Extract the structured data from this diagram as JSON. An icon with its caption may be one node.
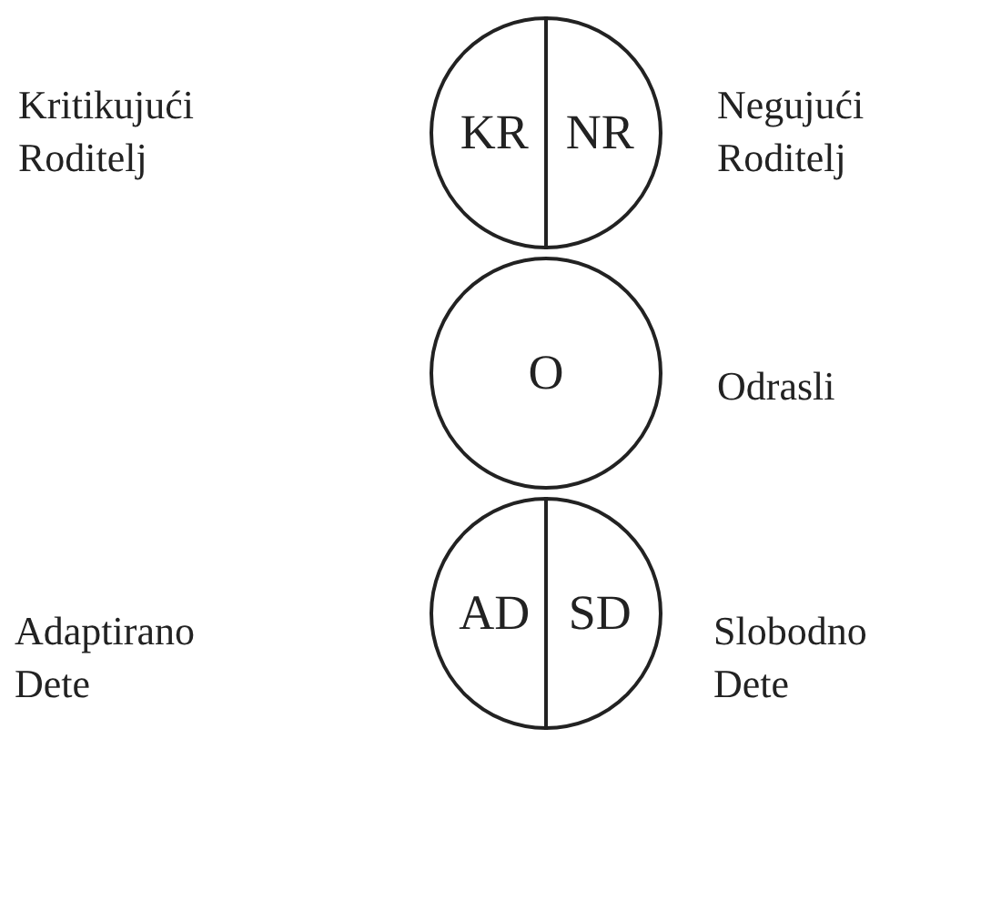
{
  "diagram": {
    "nodes": [
      {
        "text": [
          "KR"
        ]
      },
      {
        "text": [
          "NR"
        ]
      },
      {
        "text": [
          "O"
        ]
      },
      {
        "text": [
          "AD"
        ]
      },
      {
        "text": [
          "SD"
        ]
      }
    ],
    "labels": [
      "Kritikujući Roditelj",
      "Negujući Roditelj",
      "Odrasli",
      "Adaptirano Dete",
      "Slobodno Dete"
    ]
  }
}
